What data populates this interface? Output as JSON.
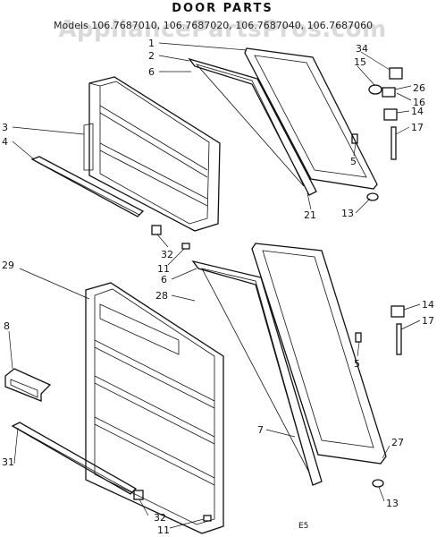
{
  "title": "DOOR PARTS",
  "models_line": "Models 106.7687010, 106.7687020, 106.7687040, 106.7687060",
  "watermark": "AppliancePartsPros.com",
  "footer_code": "E5",
  "callouts": {
    "c1": "1",
    "c2": "2",
    "c6a": "6",
    "c3": "3",
    "c4": "4",
    "c34": "34",
    "c15": "15",
    "c26": "26",
    "c16": "16",
    "c14a": "14",
    "c17a": "17",
    "c5a": "5",
    "c13a": "13",
    "c21": "21",
    "c32a": "32",
    "c11a": "11",
    "c29": "29",
    "c6b": "6",
    "c28": "28",
    "c8": "8",
    "c14b": "14",
    "c17b": "17",
    "c5b": "5",
    "c7": "7",
    "c27": "27",
    "c13b": "13",
    "c31": "31",
    "c32b": "32",
    "c11b": "11"
  }
}
